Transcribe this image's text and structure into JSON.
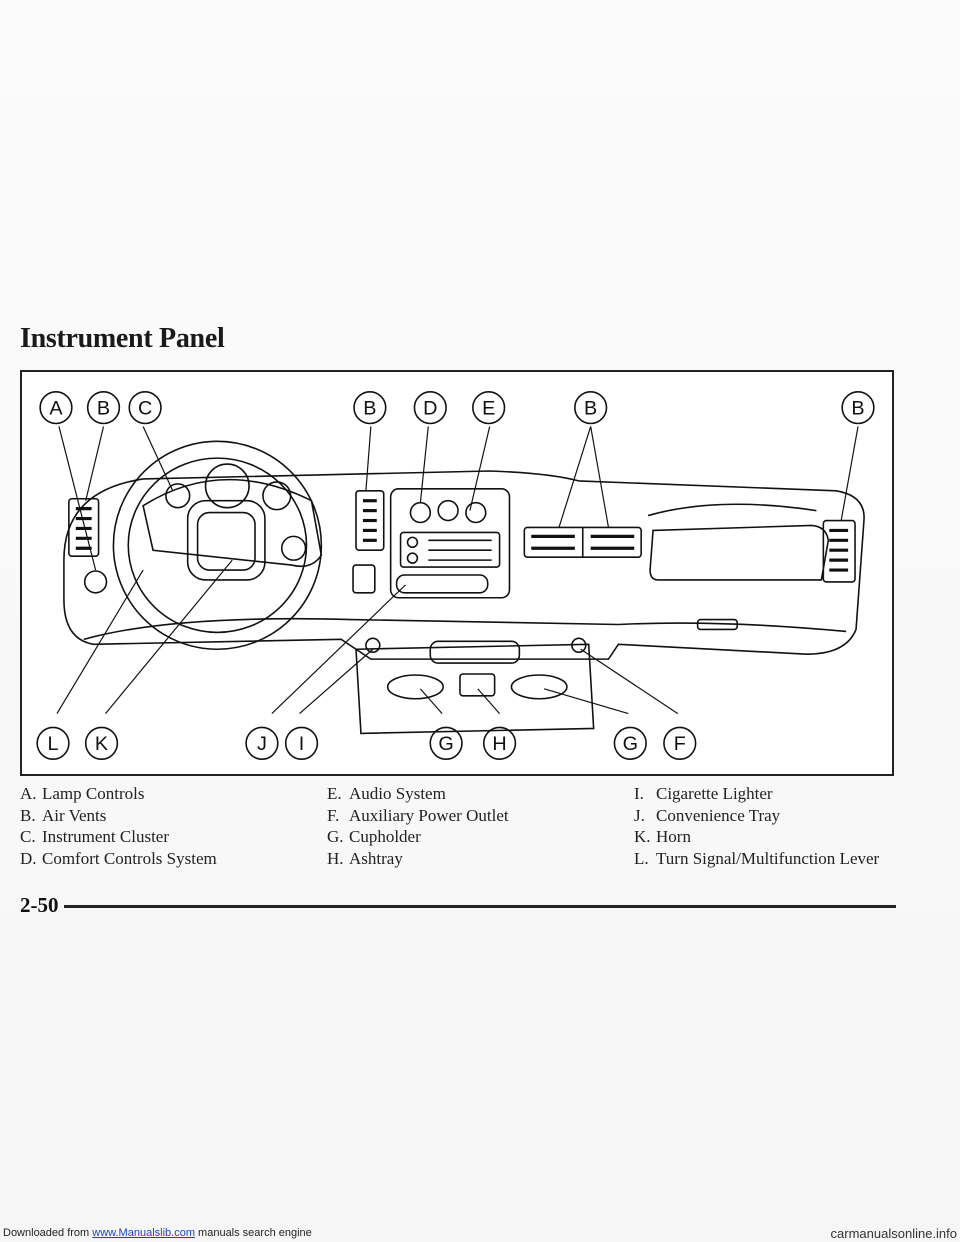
{
  "page": {
    "title": "Instrument Panel",
    "page_number": "2-50"
  },
  "callouts": {
    "top": [
      "A",
      "B",
      "C",
      "B",
      "D",
      "E",
      "B",
      "B"
    ],
    "bottom": [
      "L",
      "K",
      "J",
      "I",
      "G",
      "H",
      "G",
      "F"
    ]
  },
  "legend": {
    "col1": [
      {
        "letter": "A.",
        "text": "Lamp Controls"
      },
      {
        "letter": "B.",
        "text": "Air Vents"
      },
      {
        "letter": "C.",
        "text": "Instrument Cluster"
      },
      {
        "letter": "D.",
        "text": "Comfort Controls System"
      }
    ],
    "col2": [
      {
        "letter": "E.",
        "text": "Audio System"
      },
      {
        "letter": "F.",
        "text": "Auxiliary Power Outlet"
      },
      {
        "letter": "G.",
        "text": "Cupholder"
      },
      {
        "letter": "H.",
        "text": "Ashtray"
      }
    ],
    "col3": [
      {
        "letter": "I.",
        "text": "Cigarette Lighter"
      },
      {
        "letter": "J.",
        "text": "Convenience Tray"
      },
      {
        "letter": "K.",
        "text": "Horn"
      },
      {
        "letter": "L.",
        "text": "Turn Signal/Multifunction Lever"
      }
    ]
  },
  "footer": {
    "prefix": "Downloaded from",
    "link": "www.Manualslib.com",
    "suffix": "manuals search engine",
    "right": "carmanualsonline.info"
  }
}
